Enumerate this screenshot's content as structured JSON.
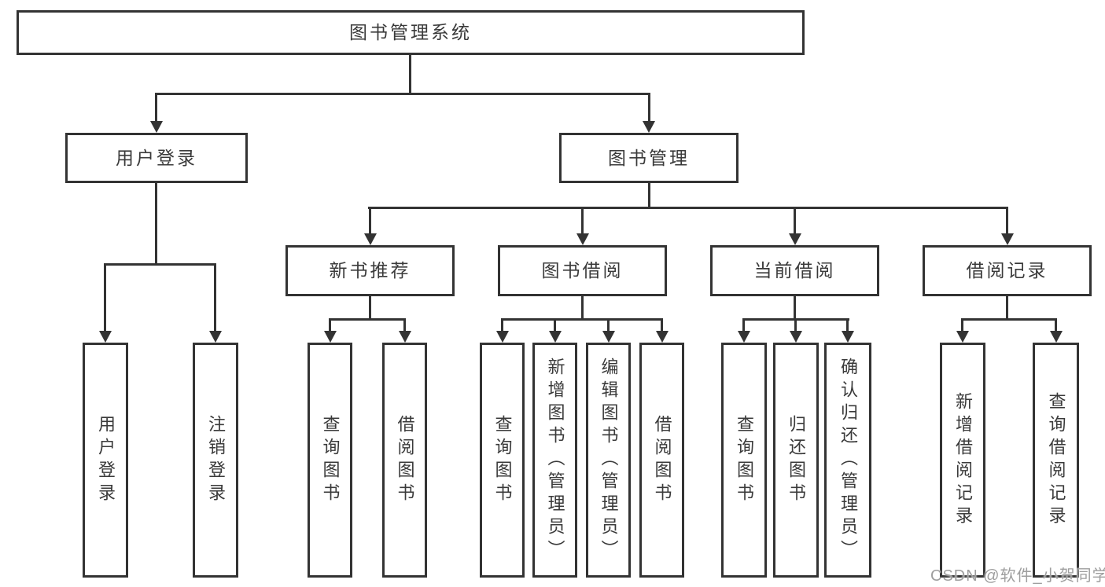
{
  "diagram": {
    "root": {
      "label": "图书管理系统"
    },
    "level2": {
      "user_login": {
        "label": "用户登录"
      },
      "book_mgmt": {
        "label": "图书管理"
      }
    },
    "level3": {
      "new_books": {
        "label": "新书推荐"
      },
      "book_borrow": {
        "label": "图书借阅"
      },
      "current_borrow": {
        "label": "当前借阅"
      },
      "borrow_records": {
        "label": "借阅记录"
      }
    },
    "leaves": {
      "user_login_leaf": {
        "label": "用户登录"
      },
      "logout": {
        "label": "注销登录"
      },
      "nb_query": {
        "label": "查询图书"
      },
      "nb_borrow": {
        "label": "借阅图书"
      },
      "bw_query": {
        "label": "查询图书"
      },
      "bw_add": {
        "label": "新增图书（管理员）"
      },
      "bw_edit": {
        "label": "编辑图书（管理员）"
      },
      "bw_borrow": {
        "label": "借阅图书"
      },
      "cur_query": {
        "label": "查询图书"
      },
      "cur_return": {
        "label": "归还图书"
      },
      "cur_confirm": {
        "label": "确认归还（管理员）"
      },
      "rec_add": {
        "label": "新增借阅记录"
      },
      "rec_query": {
        "label": "查询借阅记录"
      }
    },
    "watermark": "CSDN @软件_小贺同学",
    "colors": {
      "line": "#333333",
      "text": "#3a3a3a",
      "background": "#ffffff",
      "watermark": "#9e9e9e"
    }
  }
}
